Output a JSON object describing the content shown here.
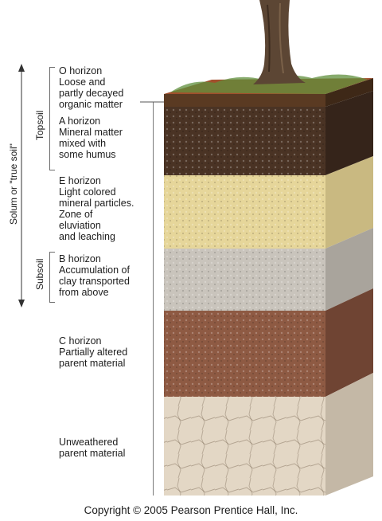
{
  "side_labels": {
    "solum": "Solum or \"true soil\"",
    "topsoil": "Topsoil",
    "subsoil": "Subsoil"
  },
  "horizons": [
    {
      "text": "O horizon\nLoose and\npartly decayed\norganic matter",
      "color": "#5a3a22"
    },
    {
      "text": "A horizon\nMineral matter\nmixed with\nsome humus",
      "color": "#4a3324"
    },
    {
      "text": "E horizon\nLight colored\nmineral particles.\nZone of\neluviation\nand leaching",
      "color": "#e6d69a"
    },
    {
      "text": "B horizon\nAccumulation of\nclay transported\nfrom above",
      "color": "#c9c4bc"
    },
    {
      "text": "C horizon\nPartially altered\nparent material",
      "color": "#8e5a43"
    },
    {
      "text": "Unweathered\nparent material",
      "color": "#e3d7c5"
    }
  ],
  "copyright": "Copyright © 2005 Pearson Prentice Hall, Inc."
}
